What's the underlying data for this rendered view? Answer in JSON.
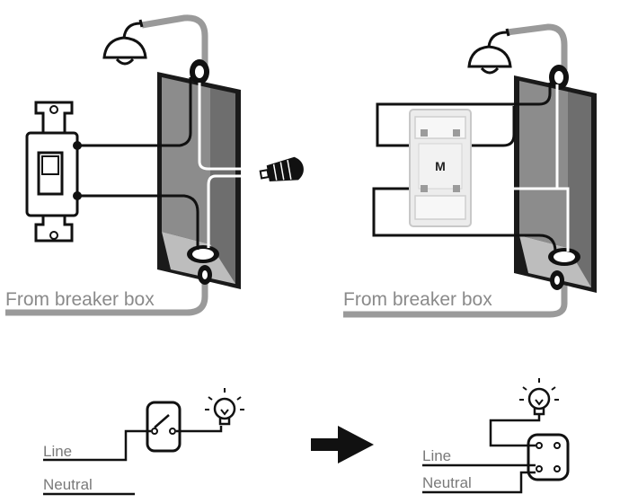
{
  "top_left": {
    "cable_label": "From breaker box"
  },
  "top_right": {
    "cable_label": "From breaker box"
  },
  "bottom_left": {
    "line_label": "Line",
    "neutral_label": "Neutral"
  },
  "bottom_right": {
    "line_label": "Line",
    "neutral_label": "Neutral"
  },
  "colors": {
    "wire": "#111111",
    "cable_gray": "#9a9a9a",
    "box_gray": "#8c8c8c",
    "arrow": "#111111"
  },
  "icons": [
    "ceiling-lamp-icon",
    "light-switch-icon",
    "wire-nut-icon",
    "smart-switch-icon",
    "bulb-icon",
    "arrow-right-icon"
  ]
}
